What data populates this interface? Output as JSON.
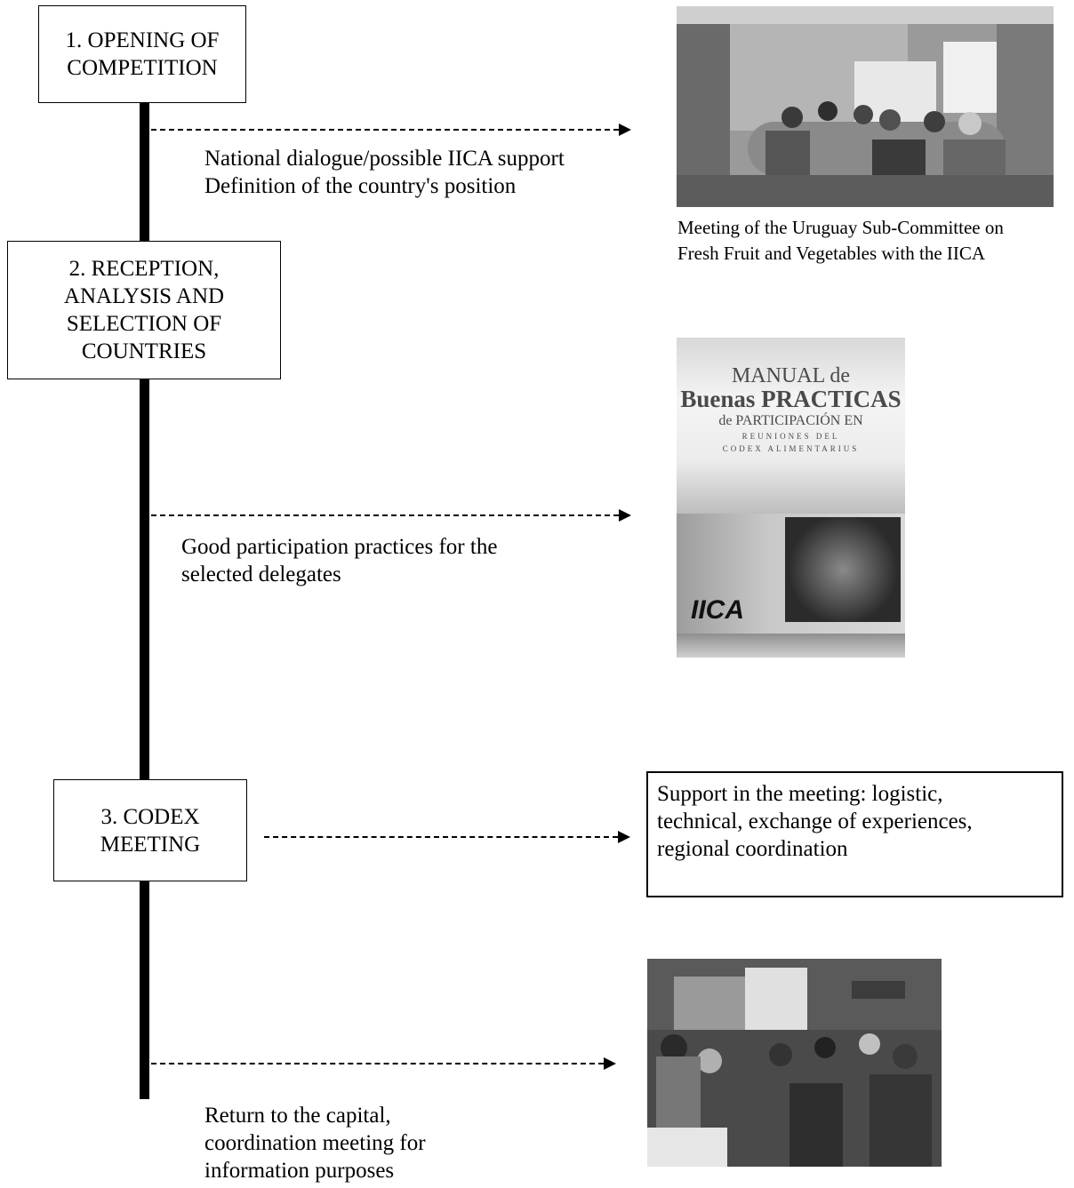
{
  "steps": [
    {
      "label": "1. OPENING OF\nCOMPETITION"
    },
    {
      "label": "2. RECEPTION,\nANALYSIS AND\nSELECTION OF\nCOUNTRIES"
    },
    {
      "label": "3. CODEX\nMEETING"
    }
  ],
  "annotations": {
    "national_dialogue": "National dialogue/possible IICA support\nDefinition of the country's position",
    "good_practices": "Good participation practices for the\nselected delegates",
    "support_meeting": "Support in the meeting:  logistic,\ntechnical, exchange of experiences,\nregional coordination",
    "return_capital": "Return to the capital,\ncoordination meeting for\ninformation purposes"
  },
  "photo_caption": "Meeting of the Uruguay Sub-Committee on\nFresh Fruit and Vegetables with the IICA",
  "manual_cover": {
    "line1": "MANUAL de",
    "line2": "Buenas PRACTICAS",
    "line3": "de PARTICIPACIÓN EN",
    "line4": "REUNIONES DEL",
    "line5": "CODEX ALIMENTARIUS",
    "logo": "IICA"
  },
  "colors": {
    "line": "#000000",
    "background": "#ffffff"
  }
}
